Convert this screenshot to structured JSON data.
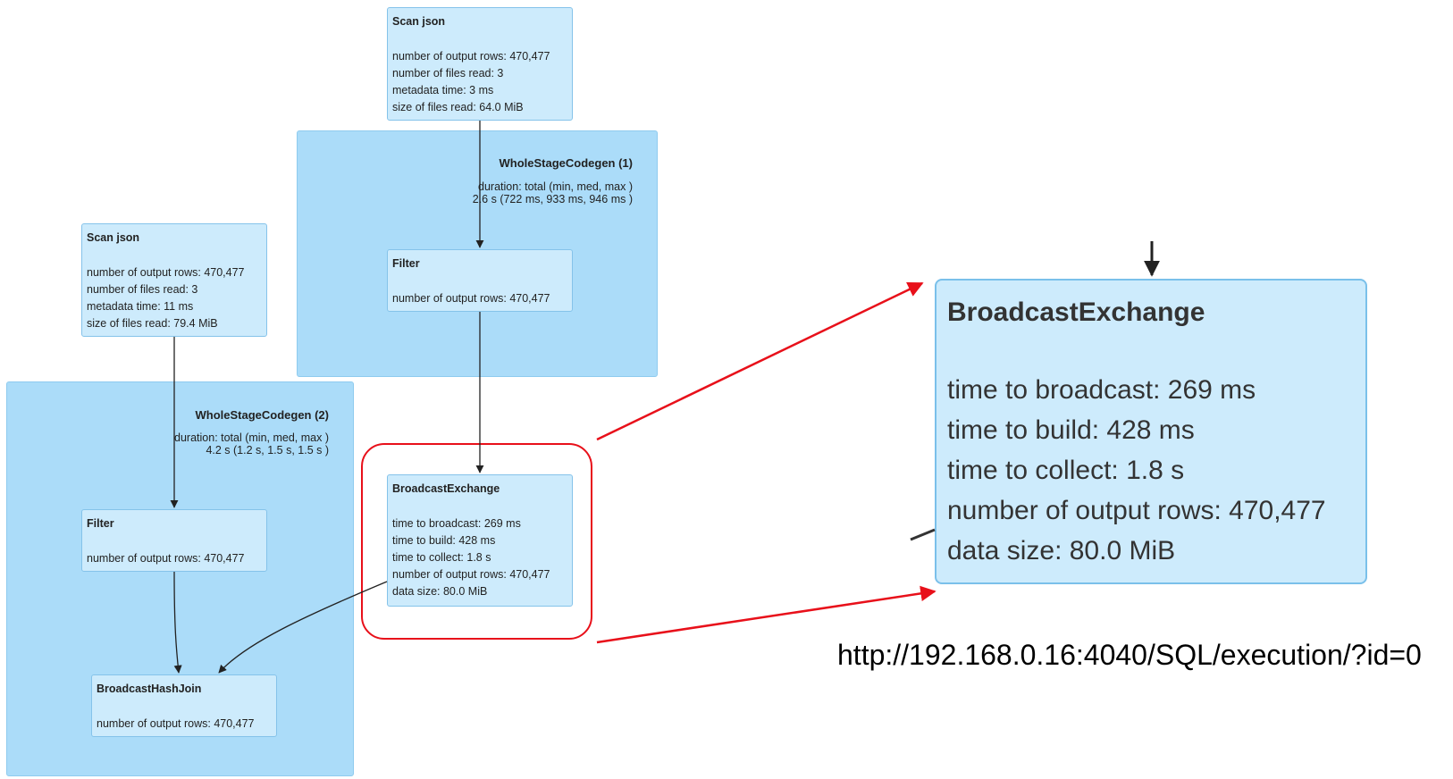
{
  "clusters": [
    {
      "title": "WholeStageCodegen (1)",
      "duration_line1": "duration: total (min, med, max )",
      "duration_line2": "2.6 s (722 ms, 933 ms, 946 ms )"
    },
    {
      "title": "WholeStageCodegen (2)",
      "duration_line1": "duration: total (min, med, max )",
      "duration_line2": "4.2 s (1.2 s, 1.5 s, 1.5 s )"
    }
  ],
  "nodes": {
    "scan_json_1": {
      "title": "Scan json",
      "metrics": [
        "number of output rows: 470,477",
        "number of files read: 3",
        "metadata time: 3 ms",
        "size of files read: 64.0 MiB"
      ]
    },
    "filter_1": {
      "title": "Filter",
      "metrics": [
        "number of output rows: 470,477"
      ]
    },
    "scan_json_2": {
      "title": "Scan json",
      "metrics": [
        "number of output rows: 470,477",
        "number of files read: 3",
        "metadata time: 11 ms",
        "size of files read: 79.4 MiB"
      ]
    },
    "filter_2": {
      "title": "Filter",
      "metrics": [
        "number of output rows: 470,477"
      ]
    },
    "broadcast_exchange": {
      "title": "BroadcastExchange",
      "metrics": [
        "time to broadcast: 269 ms",
        "time to build: 428 ms",
        "time to collect: 1.8 s",
        "number of output rows: 470,477",
        "data size: 80.0 MiB"
      ]
    },
    "broadcast_hash_join": {
      "title": "BroadcastHashJoin",
      "metrics": [
        "number of output rows: 470,477"
      ]
    }
  },
  "zoomed_node": {
    "title": "BroadcastExchange",
    "metrics": [
      "time to broadcast: 269 ms",
      "time to build: 428 ms",
      "time to collect: 1.8 s",
      "number of output rows: 470,477",
      "data size: 80.0 MiB"
    ]
  },
  "url": "http://192.168.0.16:4040/SQL/execution/?id=0",
  "colors": {
    "cluster_fill": "#abdcf9",
    "node_fill": "#cdebfc",
    "highlight": "#e8101a"
  }
}
